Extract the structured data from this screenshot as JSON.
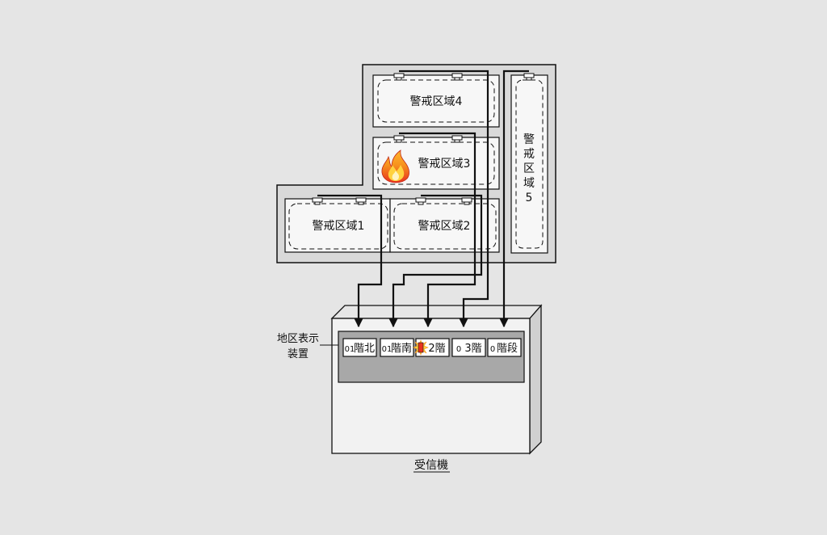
{
  "colors": {
    "background": "#e5e5e5",
    "building_fill": "#d9d9d9",
    "zone_fill": "#f7f7f7",
    "panel_face": "#f2f2f2",
    "display_band": "#a8a8a8",
    "line": "#111111",
    "fire_red": "#e8321e",
    "fire_orange": "#f7931e",
    "fire_yellow": "#ffd23f",
    "lamp": "#e8321e"
  },
  "zones": [
    {
      "id": "z4",
      "label": "警戒区域4"
    },
    {
      "id": "z3",
      "label": "警戒区域3",
      "has_fire": true,
      "fire_icon": "fire-icon"
    },
    {
      "id": "z1",
      "label": "警戒区域1"
    },
    {
      "id": "z2",
      "label": "警戒区域2"
    },
    {
      "id": "z5",
      "label_chars": [
        "警",
        "戒",
        "区",
        "域",
        "5"
      ]
    }
  ],
  "receiver": {
    "label": "受信機",
    "display_label_lines": [
      "地区表示",
      "装置"
    ],
    "indicators": [
      {
        "id": "i1",
        "prefix": "01",
        "text": "階北",
        "lit": false
      },
      {
        "id": "i2",
        "prefix": "01",
        "text": "階南",
        "lit": false
      },
      {
        "id": "i3",
        "prefix": "",
        "text": "2階",
        "lit": true,
        "lamp_icon": "alarm-lamp-icon"
      },
      {
        "id": "i4",
        "prefix": "0",
        "text": "3階",
        "lit": false
      },
      {
        "id": "i5",
        "prefix": "0",
        "text": "階段",
        "lit": false
      }
    ]
  },
  "detector_icon": "smoke-detector-icon"
}
